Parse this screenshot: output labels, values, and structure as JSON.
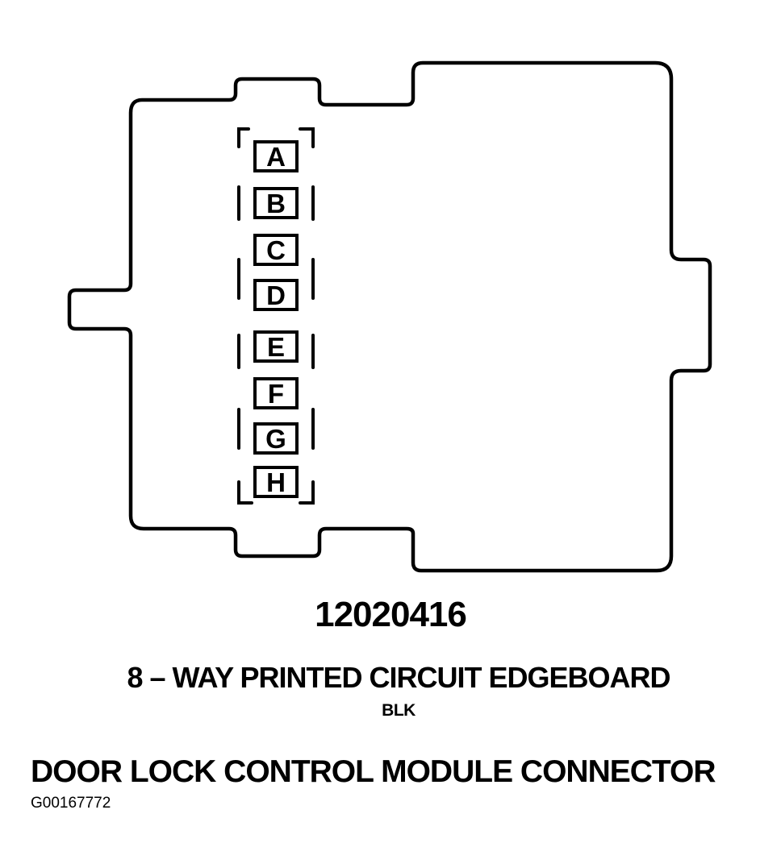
{
  "connector": {
    "part_number": "12020416",
    "type": "8 – WAY PRINTED CIRCUIT EDGEBOARD",
    "color": "BLK",
    "title": "DOOR LOCK CONTROL MODULE CONNECTOR",
    "figure_id": "G00167772",
    "pins": [
      "A",
      "B",
      "C",
      "D",
      "E",
      "F",
      "G",
      "H"
    ]
  }
}
